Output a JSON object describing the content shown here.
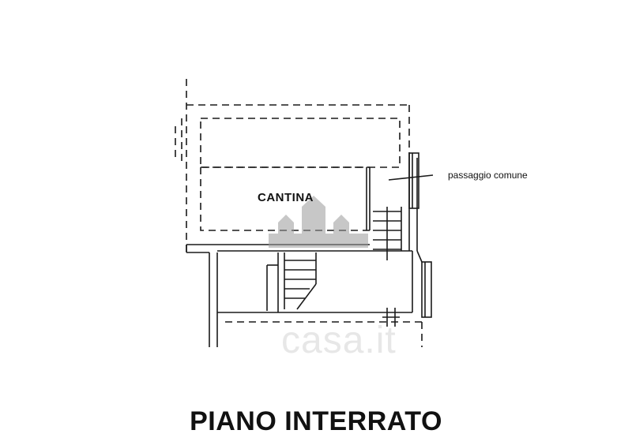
{
  "plan": {
    "room_label": "CANTINA",
    "note_label": "passaggio comune",
    "title": "PIANO INTERRATO"
  },
  "watermark": {
    "text": "casa.it"
  },
  "colors": {
    "line": "#1a1a1a",
    "watermark": "#9a9a9a"
  }
}
